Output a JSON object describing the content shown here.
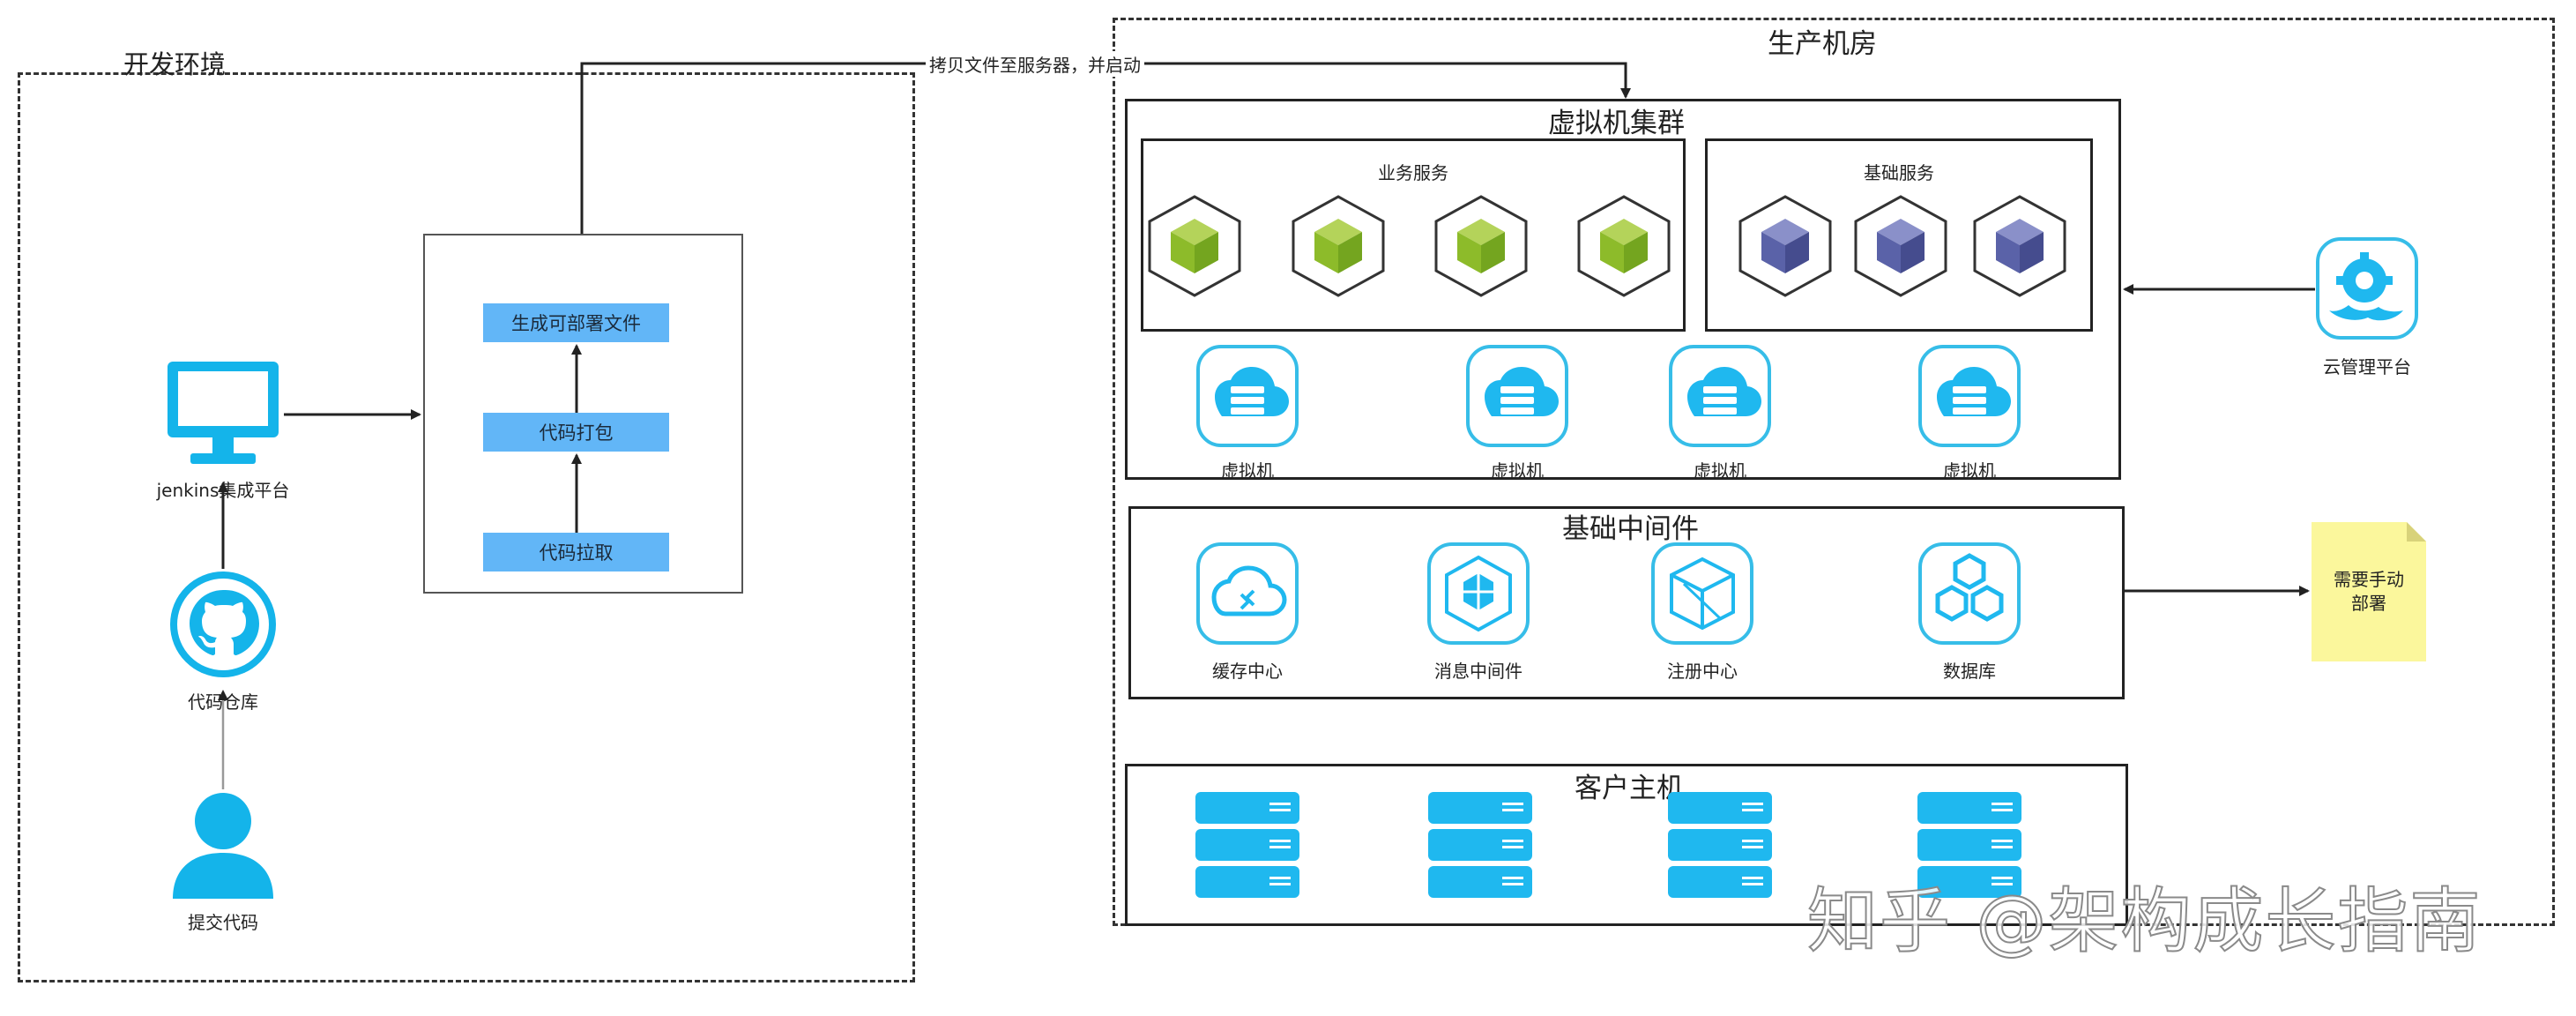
{
  "dev_env": {
    "title": "开发环境",
    "jenkins_label": "jenkins集成平台",
    "repo_label": "代码仓库",
    "commit_label": "提交代码",
    "steps": [
      "生成可部署文件",
      "代码打包",
      "代码拉取"
    ]
  },
  "copy_arrow_label": "拷贝文件至服务器，并启动",
  "prod": {
    "title": "生产机房",
    "vm_cluster": {
      "title": "虚拟机集群",
      "business_title": "业务服务",
      "base_title": "基础服务",
      "vm_labels": [
        "虚拟机",
        "虚拟机",
        "虚拟机",
        "虚拟机"
      ]
    },
    "cloud_platform_label": "云管理平台",
    "middleware": {
      "title": "基础中间件",
      "items": [
        "缓存中心",
        "消息中间件",
        "注册中心",
        "数据库"
      ]
    },
    "note": [
      "需要手动",
      "部署"
    ],
    "hosts": {
      "title": "客户主机"
    }
  },
  "watermark": "知乎 @架构成长指南",
  "colors": {
    "accent": "#1fb8ef",
    "step_fill": "#62b6f7",
    "green_cube": "#8dbb2a",
    "purple_cube": "#5a62a8",
    "note_fill": "#fbf79c"
  }
}
